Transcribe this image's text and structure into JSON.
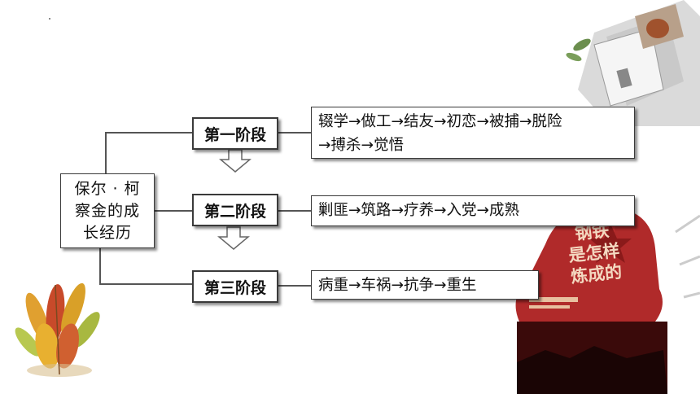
{
  "root": {
    "line1": "保尔 · 柯",
    "line2": "察金的成",
    "line3": "长经历"
  },
  "stages": [
    {
      "label": "第一阶段",
      "detail_line1": "辍学→做工→结友→初恋→被捕→脱险",
      "detail_line2": "→搏杀→觉悟"
    },
    {
      "label": "第二阶段",
      "detail_line1": "剿匪→筑路→疗养→入党→成熟"
    },
    {
      "label": "第三阶段",
      "detail_line1": "病重→车祸→抗争→重生"
    }
  ],
  "book": {
    "title_line1": "钢铁",
    "title_line2": "是怎样",
    "title_line3": "炼成的"
  }
}
